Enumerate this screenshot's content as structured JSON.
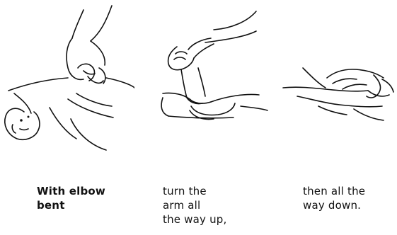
{
  "colors": {
    "ink": "#111111",
    "background": "#ffffff"
  },
  "panels": [
    {
      "drawing": "hand-bending-elbow-illustration",
      "caption": "With elbow\nbent"
    },
    {
      "drawing": "arm-turned-up-illustration",
      "caption": "turn the\narm all\nthe way up,"
    },
    {
      "drawing": "arm-turned-down-illustration",
      "caption": "then all the\nway down."
    }
  ]
}
